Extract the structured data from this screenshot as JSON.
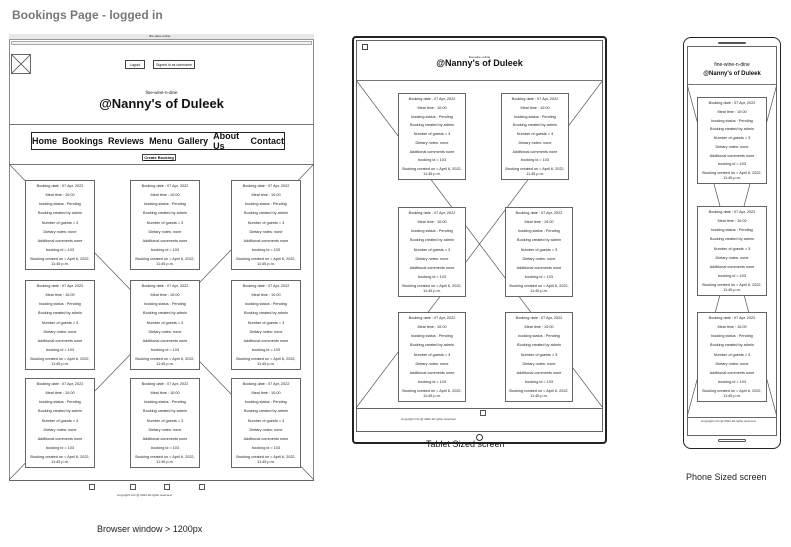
{
  "page_title": "Bookings Page - logged in",
  "brand": {
    "tagline": "fine-wine-n-dine",
    "name": "@Nanny's of Duleek"
  },
  "browser": {
    "caption": "Browser window > 1200px",
    "tab_text": "fine-wine-n-dine",
    "login_button": "Logout",
    "signed_in_label": "Signed in as username",
    "nav_items": [
      "Home",
      "Bookings",
      "Reviews",
      "Menu",
      "Gallery",
      "About Us",
      "Contact"
    ],
    "create_booking": "Create Booking"
  },
  "tablet": {
    "caption": "Tablet Sized screen"
  },
  "phone": {
    "caption": "Phone Sized screen"
  },
  "booking_card": {
    "lines": [
      "Booking date : 07 Apr, 2022",
      "Meal time : 10:00",
      "booking status : Pending",
      "Booking created by admin",
      "Number of guests = 3",
      "Dietary notes: none",
      "Additional comments none",
      "booking id = 103",
      "Booking created on = April 6, 2022, 11:45 p.m."
    ]
  },
  "footer": {
    "text": "Copyright info @ 2022 all rights reserved"
  }
}
